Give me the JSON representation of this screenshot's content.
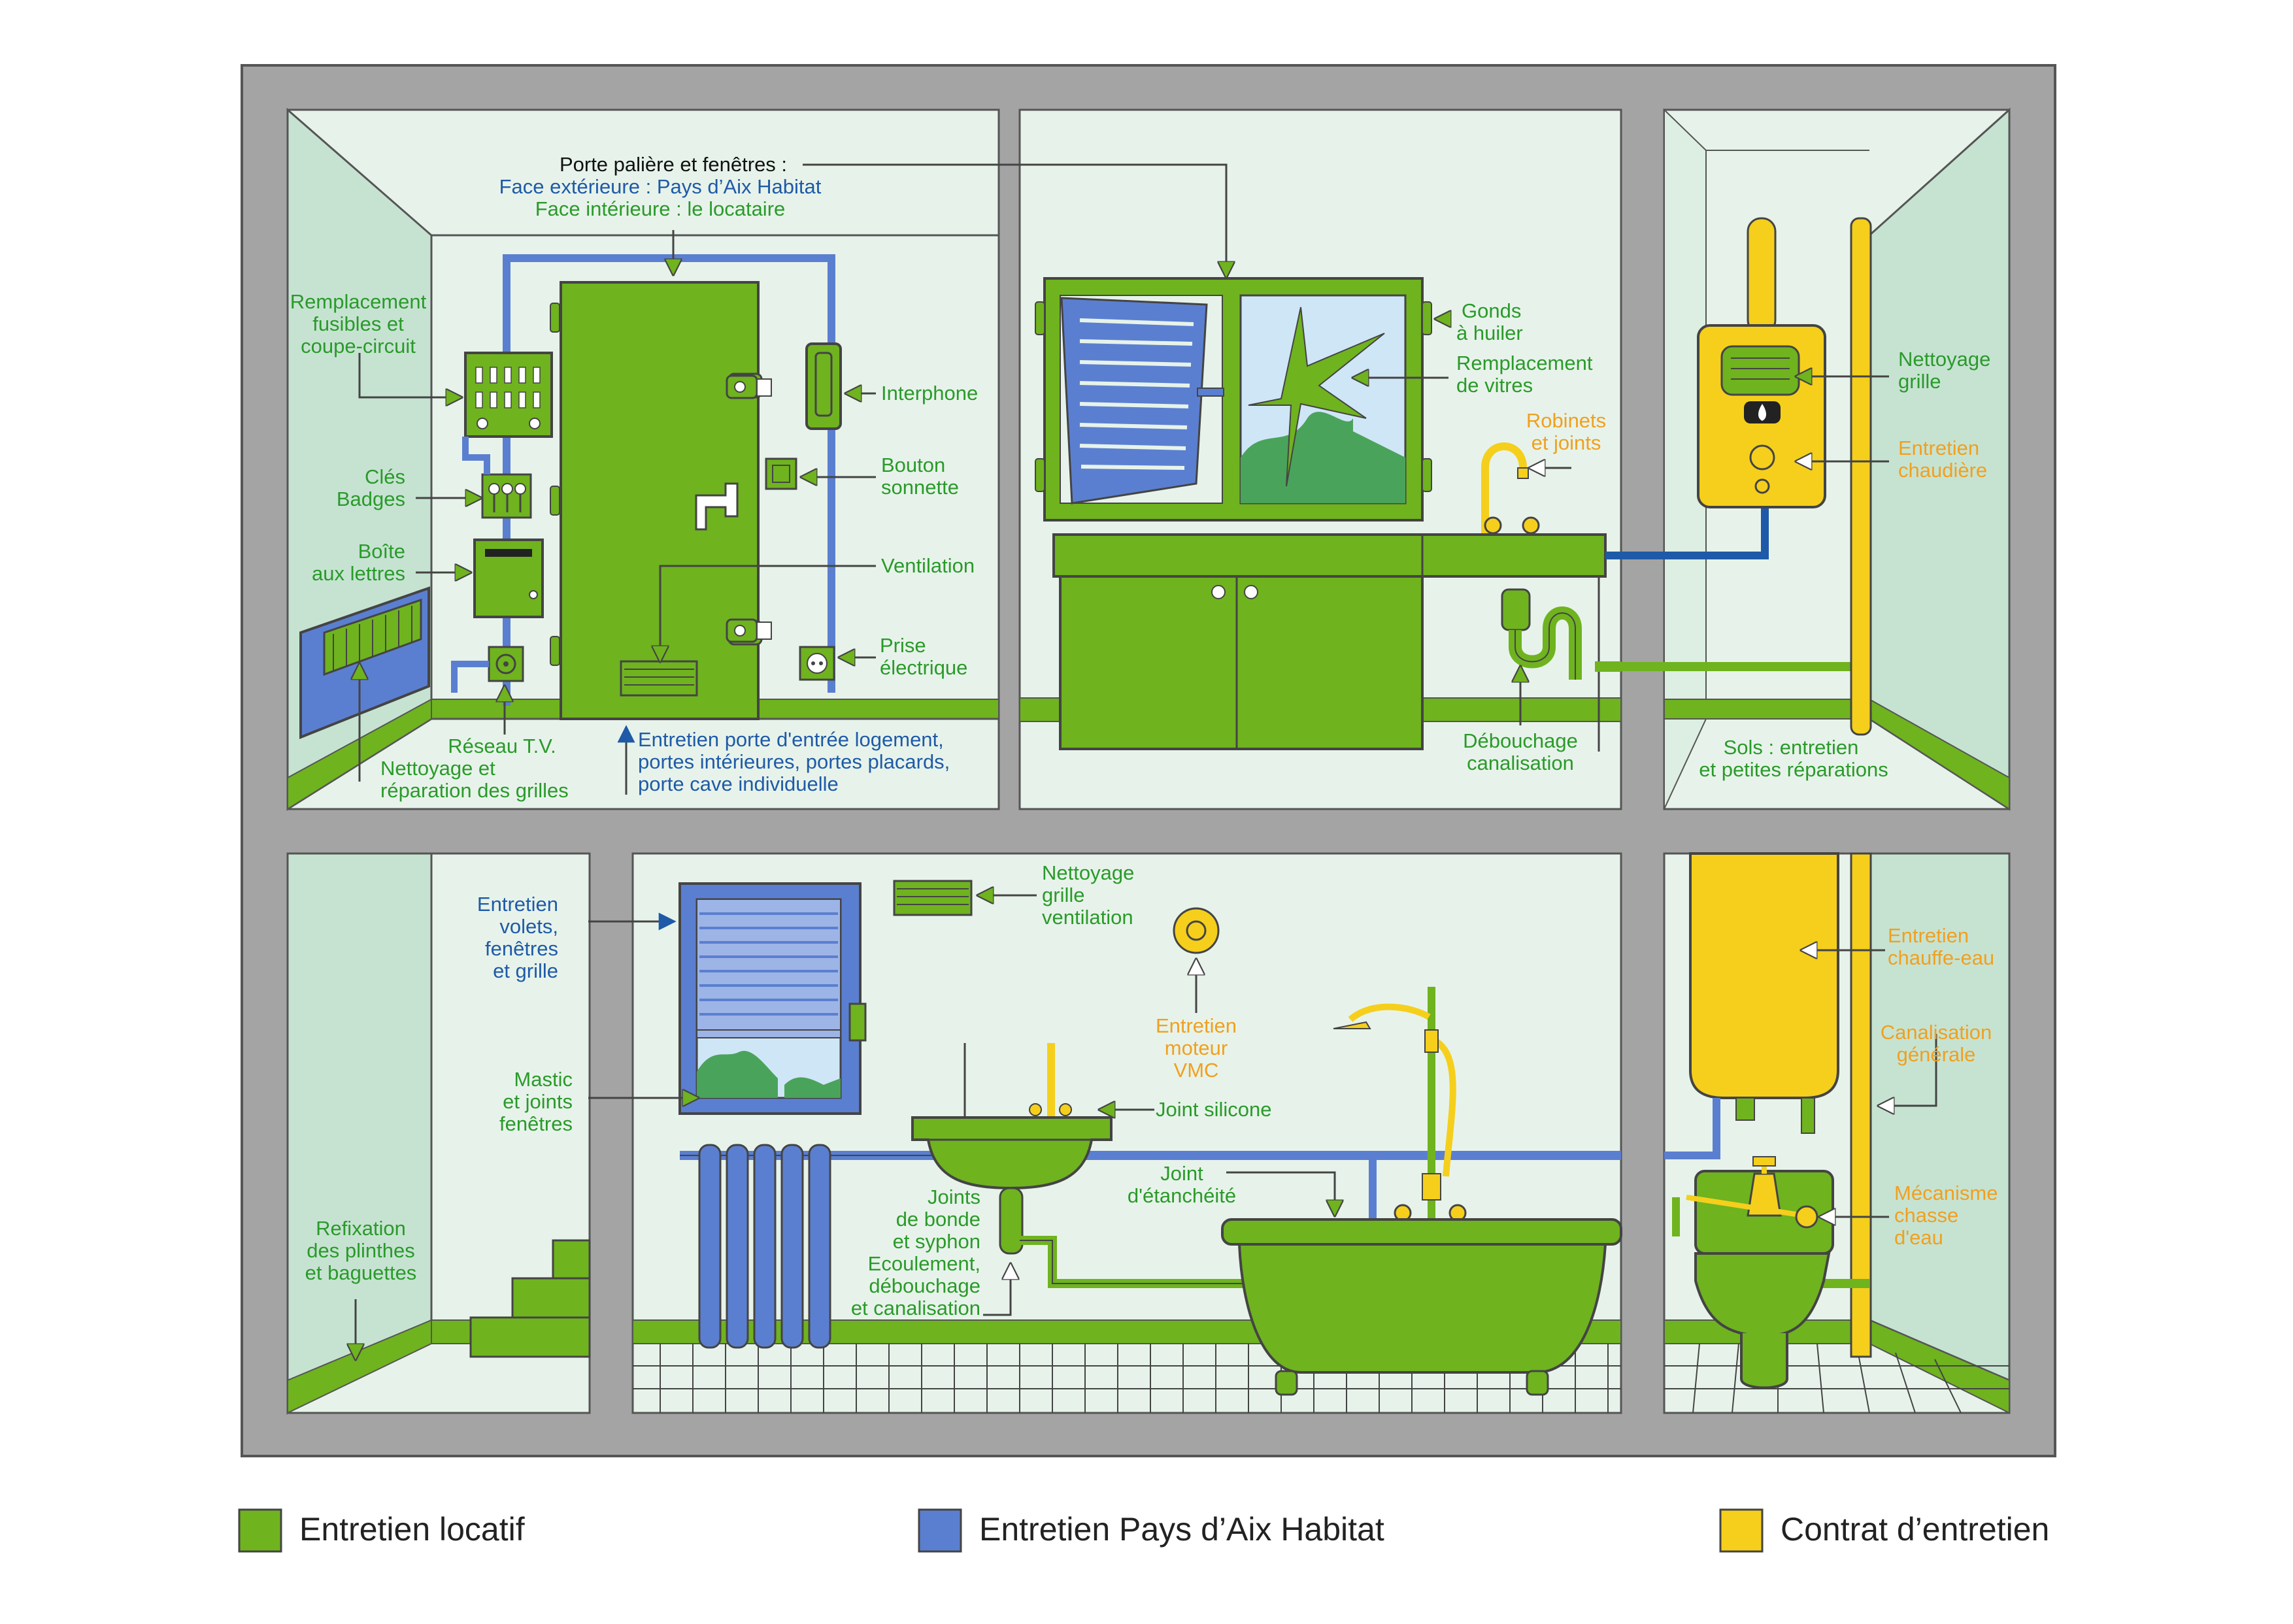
{
  "colors": {
    "locatif": "#6fb31f",
    "pays_aix": "#5b7fd0",
    "contrat": "#f5cf1c",
    "wall": "#e7f3ea",
    "side_wall": "#c6e3d2",
    "frame": "#a4a4a4",
    "label_green": "#2a9a2a",
    "label_blue": "#1f5aa8",
    "label_orange": "#f0a020"
  },
  "labels": {
    "porte_palier": "Porte palière et fenêtres :",
    "face_ext": "Face extérieure : Pays d’Aix Habitat",
    "face_int": "Face intérieure : le locataire",
    "fusibles_1": "Remplacement",
    "fusibles_2": "fusibles et",
    "fusibles_3": "coupe-circuit",
    "cles_1": "Clés",
    "cles_2": "Badges",
    "boite_1": "Boîte",
    "boite_2": "aux lettres",
    "tv": "Réseau T.V.",
    "grilles_1": "Nettoyage et",
    "grilles_2": "réparation des grilles",
    "porte_1": "Entretien porte d'entrée logement,",
    "porte_2": "portes intérieures, portes placards,",
    "porte_3": "porte cave individuelle",
    "interphone": "Interphone",
    "sonnette_1": "Bouton",
    "sonnette_2": "sonnette",
    "ventilation": "Ventilation",
    "prise_1": "Prise",
    "prise_2": "électrique",
    "gonds_1": "Gonds",
    "gonds_2": "à huiler",
    "vitres_1": "Remplacement",
    "vitres_2": "de vitres",
    "robinets_1": "Robinets",
    "robinets_2": "et joints",
    "debouchage_1": "Débouchage",
    "debouchage_2": "canalisation",
    "nettoyage_grille_1": "Nettoyage",
    "nettoyage_grille_2": "grille",
    "chaudiere_1": "Entretien",
    "chaudiere_2": "chaudière",
    "sols_1": "Sols : entretien",
    "sols_2": "et petites réparations",
    "plinthes_1": "Refixation",
    "plinthes_2": "des plinthes",
    "plinthes_3": "et baguettes",
    "volets_1": "Entretien",
    "volets_2": "volets,",
    "volets_3": "fenêtres",
    "volets_4": "et grille",
    "mastic_1": "Mastic",
    "mastic_2": "et joints",
    "mastic_3": "fenêtres",
    "grille_vent_1": "Nettoyage",
    "grille_vent_2": "grille",
    "grille_vent_3": "ventilation",
    "vmc_1": "Entretien",
    "vmc_2": "moteur",
    "vmc_3": "VMC",
    "silicone": "Joint  silicone",
    "etancheite_1": "Joint",
    "etancheite_2": "d'étanchéité",
    "bonde_1": "Joints",
    "bonde_2": "de bonde",
    "bonde_3": "et syphon",
    "bonde_4": "Ecoulement,",
    "bonde_5": "débouchage",
    "bonde_6": "et canalisation",
    "chauffe_1": "Entretien",
    "chauffe_2": "chauffe-eau",
    "canal_gen_1": "Canalisation",
    "canal_gen_2": "générale",
    "chasse_1": "Mécanisme",
    "chasse_2": "chasse",
    "chasse_3": "d'eau"
  },
  "legend": [
    {
      "label": "Entretien locatif",
      "color": "#6fb31f"
    },
    {
      "label": "Entretien Pays d’Aix Habitat",
      "color": "#5b7fd0"
    },
    {
      "label": "Contrat d’entretien",
      "color": "#f5cf1c"
    }
  ]
}
